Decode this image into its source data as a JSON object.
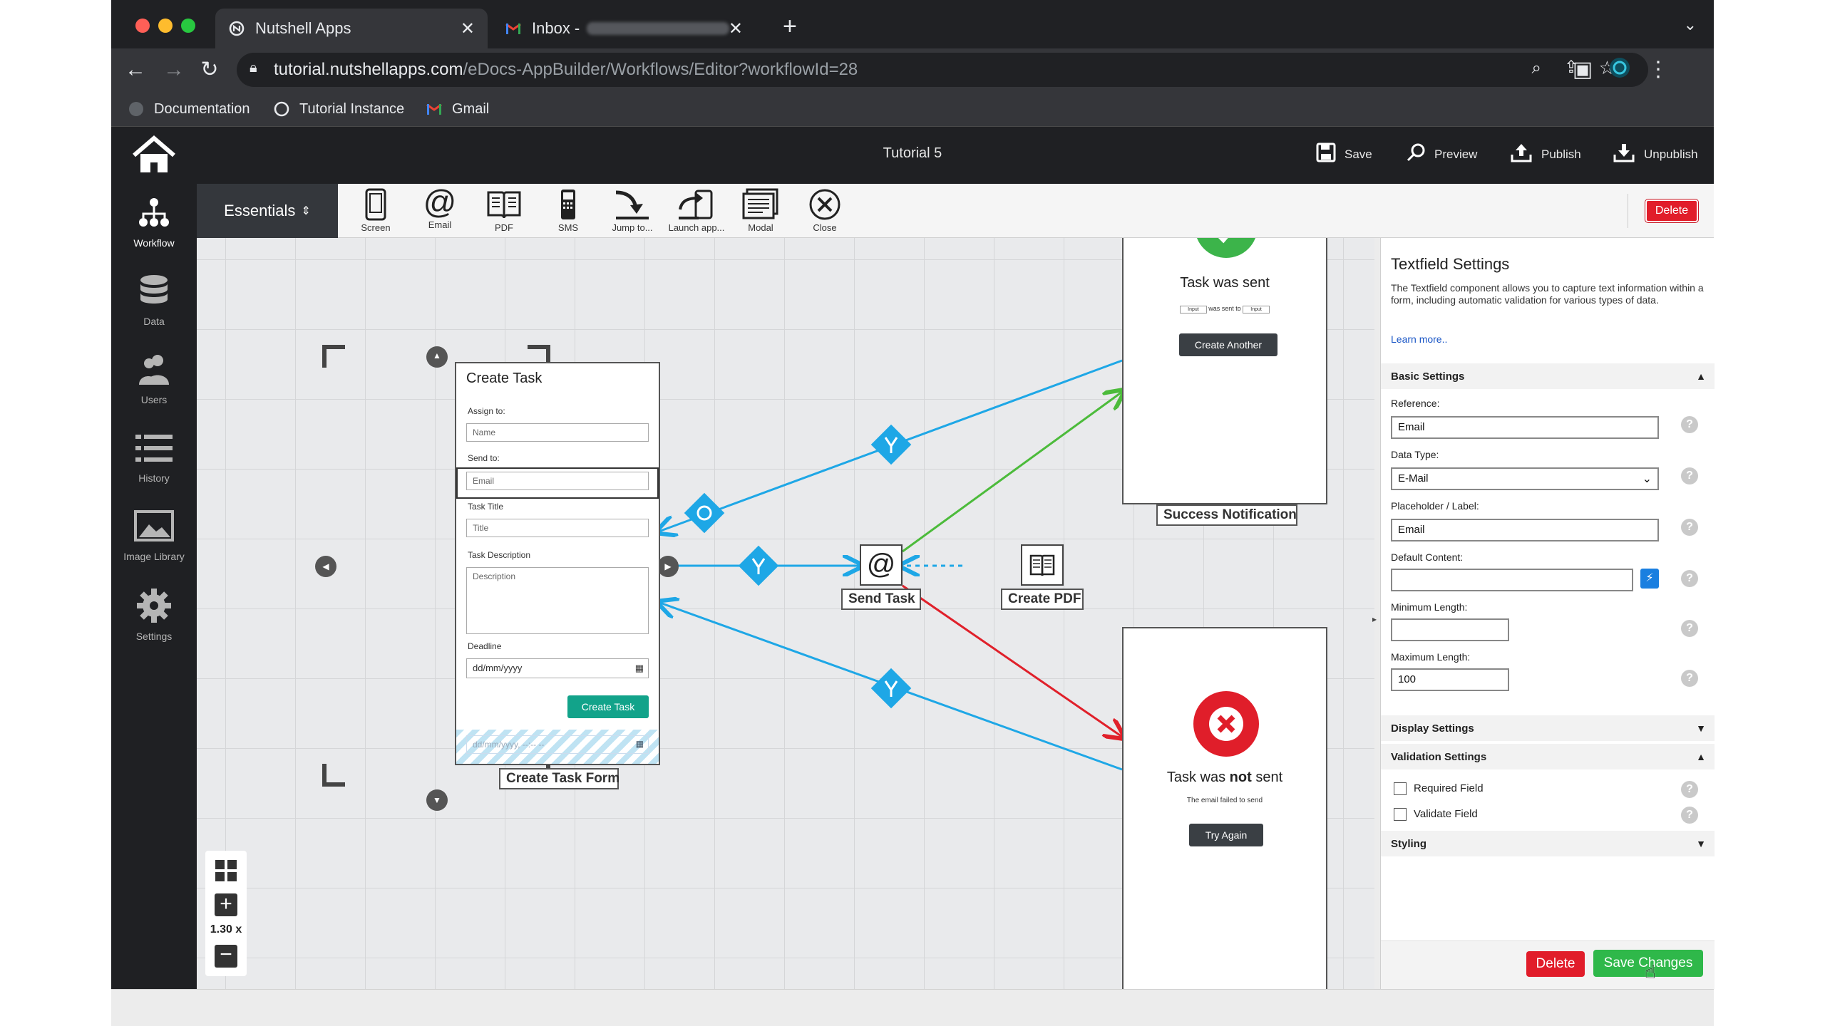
{
  "browser": {
    "tabs": [
      {
        "title": "Nutshell Apps",
        "active": true
      },
      {
        "title": "Inbox -",
        "active": false
      }
    ],
    "url_host": "tutorial.nutshellapps.com",
    "url_path": "/eDocs-AppBuilder/Workflows/Editor?workflowId=28",
    "bookmarks": [
      "Documentation",
      "Tutorial Instance",
      "Gmail"
    ]
  },
  "app": {
    "title": "Tutorial 5",
    "header_buttons": {
      "save": "Save",
      "preview": "Preview",
      "publish": "Publish",
      "unpublish": "Unpublish"
    }
  },
  "leftnav": [
    {
      "label": "Workflow",
      "icon": "workflow-icon",
      "active": true
    },
    {
      "label": "Data",
      "icon": "database-icon",
      "active": false
    },
    {
      "label": "Users",
      "icon": "users-icon",
      "active": false
    },
    {
      "label": "History",
      "icon": "history-icon",
      "active": false
    },
    {
      "label": "Image Library",
      "icon": "image-icon",
      "active": false
    },
    {
      "label": "Settings",
      "icon": "gear-icon",
      "active": false
    }
  ],
  "palette": {
    "category": "Essentials",
    "items": [
      "Screen",
      "Email",
      "PDF",
      "SMS",
      "Jump to...",
      "Launch app...",
      "Modal",
      "Close"
    ],
    "delete": "Delete"
  },
  "canvas": {
    "form": {
      "title": "Create Task",
      "assign_label": "Assign to:",
      "assign_placeholder": "Name",
      "send_label": "Send to:",
      "send_placeholder": "Email",
      "task_title_label": "Task Title",
      "task_title_placeholder": "Title",
      "desc_label": "Task Description",
      "desc_placeholder": "Description",
      "deadline_label": "Deadline",
      "deadline_placeholder": "dd/mm/yyyy",
      "submit": "Create Task",
      "footer_placeholder": "dd/mm/yyyy, --:-- --",
      "node_label": "Create Task Form"
    },
    "success": {
      "heading": "Task was sent",
      "input_chip": "Input",
      "sent_text": "was sent to",
      "button": "Create Another",
      "node_label": "Success Notification"
    },
    "failure": {
      "heading_pre": "Task was ",
      "heading_bold": "not",
      "heading_post": " sent",
      "subtext": "The email failed to send",
      "button": "Try Again"
    },
    "send_task_label": "Send Task",
    "create_pdf_label": "Create PDF",
    "zoom": "1.30 x"
  },
  "panel": {
    "title": "Textfield Settings",
    "description": "The Textfield component allows you to capture text information within a form, including automatic validation for various types of data.",
    "learn_more": "Learn more..",
    "basic_section": "Basic Settings",
    "reference_label": "Reference:",
    "reference_value": "Email",
    "datatype_label": "Data Type:",
    "datatype_value": "E-Mail",
    "placeholder_label": "Placeholder / Label:",
    "placeholder_value": "Email",
    "default_label": "Default Content:",
    "default_value": "",
    "minlen_label": "Minimum Length:",
    "minlen_value": "",
    "maxlen_label": "Maximum Length:",
    "maxlen_value": "100",
    "display_section": "Display Settings",
    "validation_section": "Validation Settings",
    "required_label": "Required Field",
    "validate_label": "Validate Field",
    "styling_section": "Styling",
    "delete": "Delete",
    "save": "Save Changes"
  },
  "colors": {
    "blue_connector": "#1ea7e6",
    "green_connector": "#4cbb3b",
    "red_connector": "#e0202a",
    "delete_red": "#e11d2a",
    "save_green": "#2fb84a",
    "teal": "#12a38a"
  }
}
